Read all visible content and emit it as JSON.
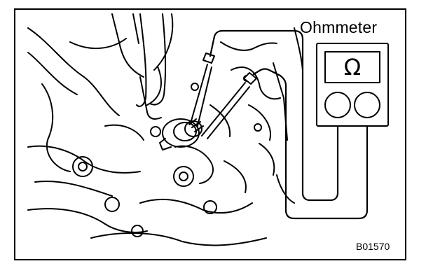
{
  "meter": {
    "label": "Ohmmeter",
    "display_symbol": "Ω",
    "display_icon": "omega-icon"
  },
  "figure": {
    "reference_code": "B01570"
  },
  "colors": {
    "line": "#000000",
    "background": "#ffffff"
  }
}
